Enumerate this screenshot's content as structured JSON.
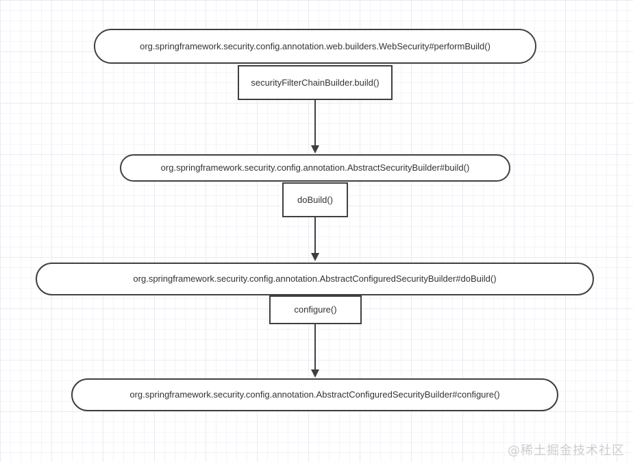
{
  "diagram": {
    "nodes": [
      {
        "shape": "rounded",
        "label": "org.springframework.security.config.annotation.web.builders.WebSecurity#performBuild()"
      },
      {
        "shape": "rect",
        "label": "securityFilterChainBuilder.build()"
      },
      {
        "shape": "rounded",
        "label": "org.springframework.security.config.annotation.AbstractSecurityBuilder#build()"
      },
      {
        "shape": "rect",
        "label": "doBuild()"
      },
      {
        "shape": "rounded",
        "label": "org.springframework.security.config.annotation.AbstractConfiguredSecurityBuilder#doBuild()"
      },
      {
        "shape": "rect",
        "label": "configure()"
      },
      {
        "shape": "rounded",
        "label": "org.springframework.security.config.annotation.AbstractConfiguredSecurityBuilder#configure()"
      }
    ],
    "colors": {
      "node_border": "#3f3f3f",
      "node_fill": "#ffffff",
      "text": "#333333",
      "grid_minor": "#f3f4f8",
      "grid_major": "#e9ebf1",
      "watermark": "#cdcdcd"
    }
  },
  "watermark": {
    "text": "@稀土掘金技术社区"
  }
}
